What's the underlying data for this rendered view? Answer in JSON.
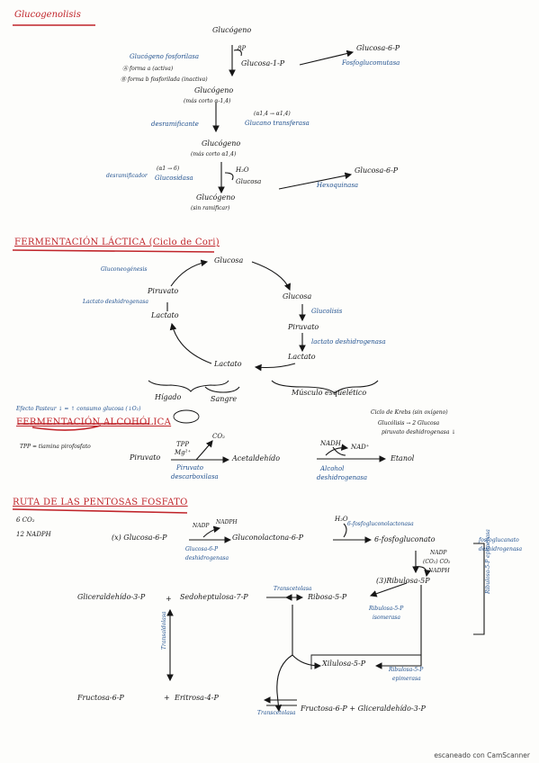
{
  "glucogenolisis": {
    "title": "Glucogenolisis",
    "n_glucogeno": "Glucógeno",
    "n_8p": "8P",
    "n_fosforilasa": "Glucógeno fosforilasa",
    "n_forma_a": "Ⓐ forma a (activa)",
    "n_forma_b": "Ⓑ forma b fosforilada (inactiva)",
    "n_glucosa1p": "Glucosa-1-P",
    "n_glucosa6p_top": "Glucosa-6-P",
    "n_fosfoglucomutasa": "Fosfoglucomutasa",
    "n_glucogeno2": "Glucógeno",
    "n_mas_corto": "(más corto α-1,4)",
    "n_alfa": "(α1,4 → α1,4)",
    "n_transferasa": "Glucano transferasa",
    "n_desramificante": "desramificante",
    "n_glucogeno3": "Glucógeno",
    "n_mas_corto2": "(más corto α1,4)",
    "n_desramificador": "desramificador",
    "n_alfa6": "(α1 → 6)",
    "n_glucosidasa": "Glucosidasa",
    "n_h2o": "H₂O",
    "n_glucosa": "Glucosa",
    "n_glucosa6p_2": "Glucosa-6-P",
    "n_hexoquinasa": "Hexoquinasa",
    "n_glucogeno4": "Glucógeno",
    "n_sin_ramif": "(sin ramificar)"
  },
  "fermentacion_lactica": {
    "title": "FERMENTACIÓN LÁCTICA (Ciclo de Cori)",
    "n_glucogenesis": "Gluconeogénesis",
    "n_glucosa_top": "Glucosa",
    "n_piruvato": "Piruvato",
    "n_lactato_dh": "Lactato deshidrogenasa",
    "n_lactato": "Lactato",
    "n_glucosa_r": "Glucosa",
    "n_glucolisis": "Glucolisis",
    "n_piruvato_r": "Piruvato",
    "n_lactato_dh_r": "lactato deshidrogenasa",
    "n_lactato_r": "Lactato",
    "n_lactato_bottom": "Lactato",
    "n_higado": "Hígado",
    "n_sangre": "Sangre",
    "n_musculo": "Músculo esquelético"
  },
  "fermentacion_alcoholica": {
    "efecto_pasteur": "Efecto Pasteur ↓ = ↑ consumo glucosa (↓O₂)",
    "title": "FERMENTACIÓN ALCOHÓLICA",
    "tpp": "TPP = tiamina pirofosfato",
    "ciclo_krebs": "Ciclo de Krebs (sin oxígeno)",
    "glucolisis_note": "Glucólisis → 2 Glucosa",
    "piruvato_note": "piruvato deshidrogenasa ↓",
    "n_piruvato": "Piruvato",
    "n_tpp": "TPP",
    "n_mg": "Mg²⁺",
    "n_co2": "CO₂",
    "n_acetaldehido": "Acetaldehído",
    "n_piruvato_desc": "Piruvato",
    "n_descarboxilasa": "descarboxilasa",
    "n_nadh": "NADH",
    "n_nad": "NAD⁺",
    "n_etanol": "Etanol",
    "n_alcohol": "Alcohol",
    "n_deshidrogenasa": "deshidrogenasa"
  },
  "ruta_pentosas": {
    "title": "RUTA DE LAS PENTOSAS FOSFATO",
    "co2": "6 CO₂",
    "nadph": "12 NADPH",
    "n_glucosa6p": "(x) Glucosa-6-P",
    "n_nadp": "NADP",
    "n_nadph": "NADPH",
    "n_g6pdh1": "Glucosa-6-P",
    "n_g6pdh2": "deshidrogenasa",
    "n_gluconolactona": "Gluconolactona-6-P",
    "n_h2o": "H₂O",
    "n_lactonasa": "6-fosfogluconolactonasa",
    "n_fosfogluconato": "6-fosfogluconato",
    "n_nadp2": "NADP",
    "n_co2_2": "(CO₂) CO₂",
    "n_nadph2": "NADPH",
    "n_fgdh1": "fosfoglucanato",
    "n_fgdh2": "deshidrogenasa",
    "n_ribulosa": "(3)Ribulosa-5P",
    "n_epimerasa": "Ribulosa-5-P epimerasa",
    "n_gliceraldehido": "Gliceraldehído-3-P",
    "n_plus1": "+",
    "n_sedoheptulosa": "Sedoheptulosa-7-P",
    "n_transcetolasa1": "Transcetolasa",
    "n_ribosa": "Ribosa-5-P",
    "n_isomerasa1": "Ribulosa-5-P",
    "n_isomerasa2": "isomerasa",
    "n_transaldolasa": "Transaldolasa",
    "n_xilulosa": "Xilulosa-5-P",
    "n_epim1": "Ribulosa-5-P",
    "n_epim2": "epimerasa",
    "n_fructosa_left": "Fructosa-6-P",
    "n_plus2": "+",
    "n_eritrosa": "Eritrosa-4-P",
    "n_transcetolasa2": "Transcetolasa",
    "n_fructosa_right": "Fructosa-6-P + Gliceraldehído-3-P"
  },
  "footer": "escaneado con CamScanner",
  "colors": {
    "ink": "#161616",
    "enzyme": "#1e4f8e",
    "accent": "#c0242a"
  }
}
